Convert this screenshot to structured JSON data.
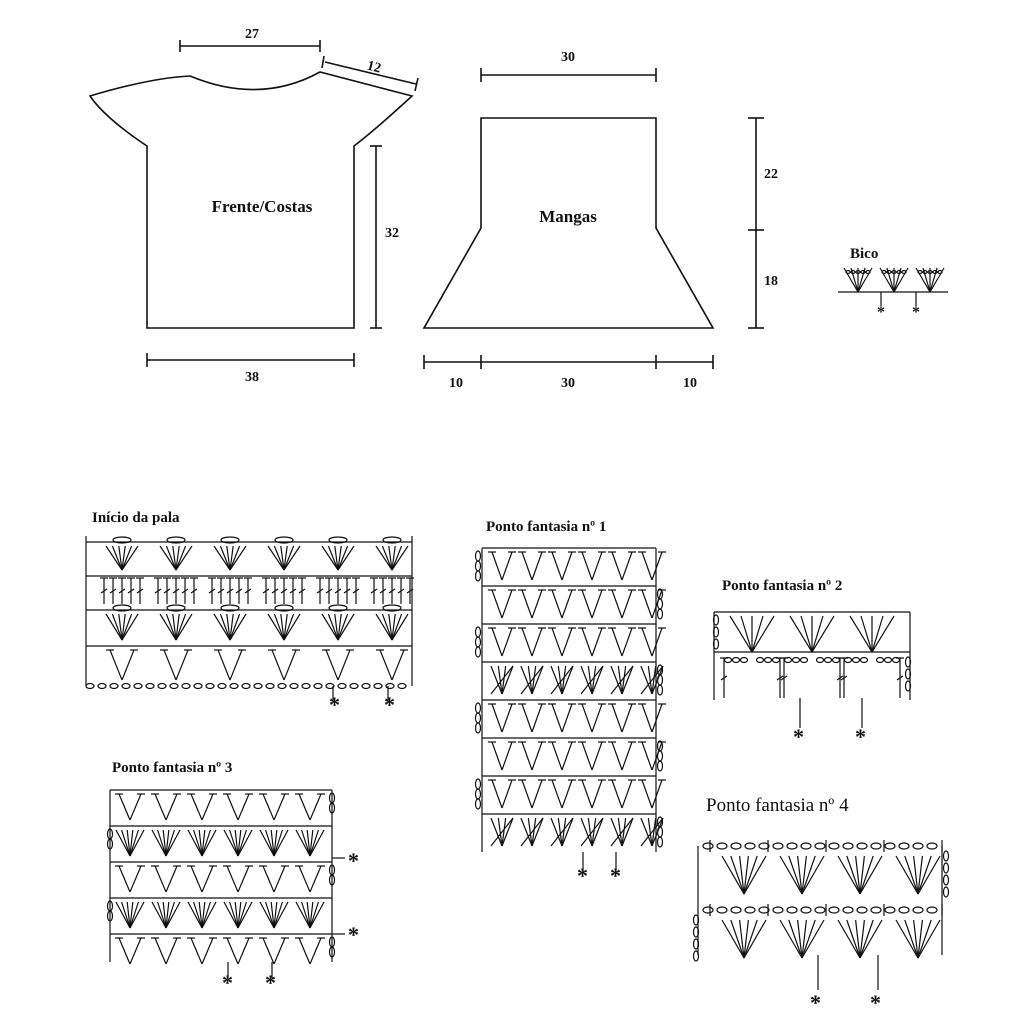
{
  "schematic": {
    "front_back": {
      "label": "Frente/Costas",
      "neck_width": "27",
      "shoulder": "12",
      "height": "32",
      "width": "38"
    },
    "sleeves": {
      "label": "Mangas",
      "top_width": "30",
      "upper_height": "22",
      "lower_height": "18",
      "bottom_left": "10",
      "bottom_middle": "30",
      "bottom_right": "10"
    },
    "edging": {
      "label": "Bico"
    }
  },
  "charts": {
    "yoke": {
      "title": "Início da pala"
    },
    "pattern_1": {
      "title": "Ponto fantasia nº 1"
    },
    "pattern_2": {
      "title": "Ponto fantasia nº 2"
    },
    "pattern_3": {
      "title": "Ponto fantasia nº 3"
    },
    "pattern_4": {
      "title": "Ponto fantasia nº 4"
    }
  },
  "repeat_mark": "*"
}
